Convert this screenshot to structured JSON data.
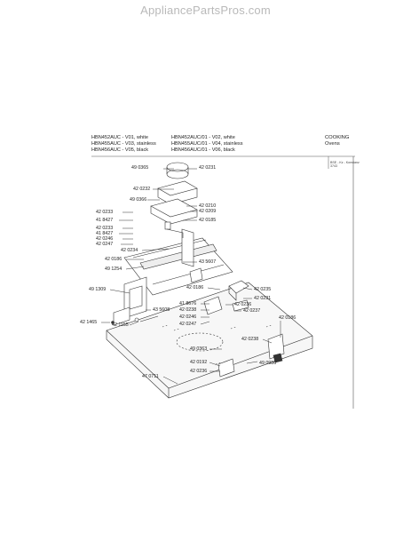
{
  "watermark": "AppliancePartsPros.com",
  "header": {
    "models_left": [
      "HBN452AUC - V01, white",
      "HBN455AUC - V03, stainless",
      "HBN456AUC - V05, black"
    ],
    "models_right": [
      "HBN452AUC/01 - V02, white",
      "HBN455AUC/01 - V04, stainless",
      "HBN456AUC/01 - V06, black"
    ],
    "category": "COOKING",
    "subcategory": "Ovens",
    "stamp_lines": [
      "BSE - Kz - Konstanz",
      "3743"
    ]
  },
  "part_labels": [
    {
      "id": "p1",
      "text": "49 0365"
    },
    {
      "id": "p2",
      "text": "42 0231"
    },
    {
      "id": "p3",
      "text": "42 0232"
    },
    {
      "id": "p4",
      "text": "49 0366"
    },
    {
      "id": "p5",
      "text": "42 0210"
    },
    {
      "id": "p6",
      "text": "42 0209"
    },
    {
      "id": "p7",
      "text": "42 0233"
    },
    {
      "id": "p8",
      "text": "41 8427"
    },
    {
      "id": "p9",
      "text": "42 0185"
    },
    {
      "id": "p10",
      "text": "42 0233"
    },
    {
      "id": "p11",
      "text": "41 8427"
    },
    {
      "id": "p12",
      "text": "42 0246"
    },
    {
      "id": "p13",
      "text": "42 0247"
    },
    {
      "id": "p14",
      "text": "42 0234"
    },
    {
      "id": "p15",
      "text": "42 0186"
    },
    {
      "id": "p16",
      "text": "43 5607"
    },
    {
      "id": "p17",
      "text": "49 1254"
    },
    {
      "id": "p18",
      "text": "42 0186"
    },
    {
      "id": "p19",
      "text": "42 0235"
    },
    {
      "id": "p20",
      "text": "49 1309"
    },
    {
      "id": "p21",
      "text": "42 0231"
    },
    {
      "id": "p22",
      "text": "41 8676"
    },
    {
      "id": "p23",
      "text": "42 0236"
    },
    {
      "id": "p24",
      "text": "42 0238"
    },
    {
      "id": "p25",
      "text": "42 0237"
    },
    {
      "id": "p26",
      "text": "43 5608"
    },
    {
      "id": "p27",
      "text": "42 0246"
    },
    {
      "id": "p28",
      "text": "42 1465"
    },
    {
      "id": "p29",
      "text": "42 1155"
    },
    {
      "id": "p30",
      "text": "42 0247"
    },
    {
      "id": "p31",
      "text": "42 0186"
    },
    {
      "id": "p32",
      "text": "42 0238"
    },
    {
      "id": "p33",
      "text": "49 0363"
    },
    {
      "id": "p34",
      "text": "42 0192"
    },
    {
      "id": "p35",
      "text": "49 0986"
    },
    {
      "id": "p36",
      "text": "42 0236"
    },
    {
      "id": "p37",
      "text": "47 0711"
    }
  ]
}
